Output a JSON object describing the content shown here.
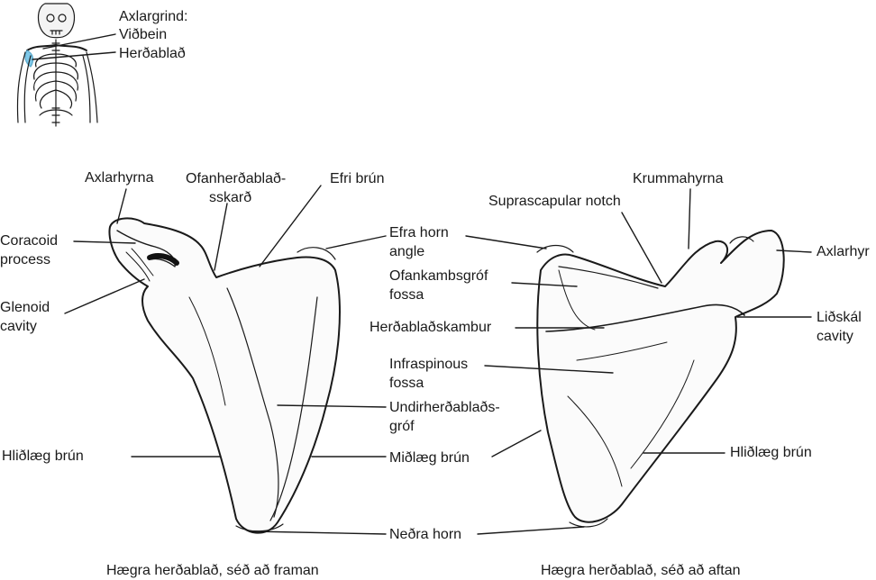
{
  "inset": {
    "heading": "Axlargrind:",
    "item1": "Viðbein",
    "item2": "Herðablað",
    "highlight_color": "#7fc8e8"
  },
  "front_view": {
    "caption": "Hægra herðablað, séð að framan",
    "labels": {
      "acromion": "Axlarhyrna",
      "suprascapular_notch_1": "Ofanherðablað-",
      "suprascapular_notch_2": "sskarð",
      "superior_border": "Efri brún",
      "coracoid_1": "Coracoid",
      "coracoid_2": "process",
      "glenoid_1": "Glenoid",
      "glenoid_2": "cavity",
      "lateral_border": "Hliðlæg brún"
    }
  },
  "middle_labels": {
    "superior_angle_1": "Efra horn",
    "superior_angle_2": "angle",
    "supraspinous_1": "Ofankambsgróf",
    "supraspinous_2": "fossa",
    "spine": "Herðablaðskambur",
    "infraspinous_1": "Infraspinous",
    "infraspinous_2": "fossa",
    "subscapular_1": "Undirherðablaðs-",
    "subscapular_2": "gróf",
    "medial_border": "Miðlæg brún",
    "inferior_angle": "Neðra horn"
  },
  "back_view": {
    "caption": "Hægra herðablað, séð að aftan",
    "labels": {
      "coracoid": "Krummahyrna",
      "suprascapular_notch": "Suprascapular notch",
      "acromion": "Axlarhyr",
      "glenoid_1": "Liðskál",
      "glenoid_2": "cavity",
      "lateral_border": "Hliðlæg brún"
    }
  }
}
